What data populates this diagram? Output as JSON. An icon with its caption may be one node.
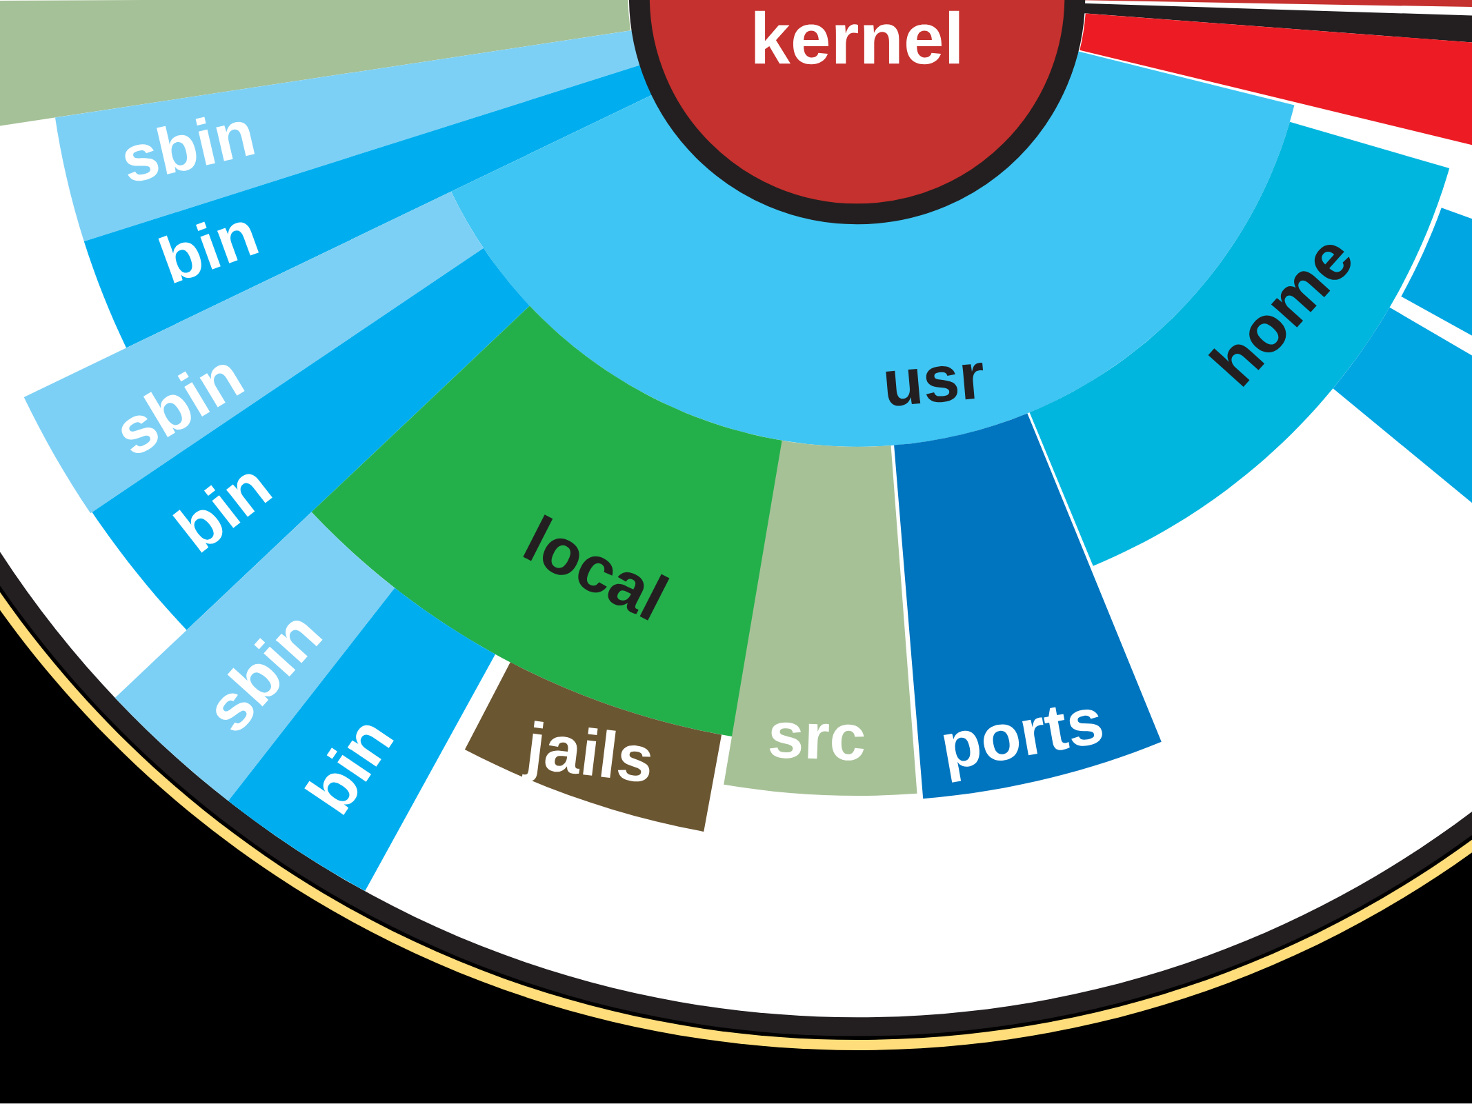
{
  "diagram": {
    "nodes": [
      {
        "text": [
          "kernel"
        ]
      },
      {
        "text": [],
        "shape": "sector"
      },
      {
        "text": [],
        "shape": "sector"
      },
      {
        "text": [
          "sbin"
        ]
      },
      {
        "text": [
          "bin"
        ]
      },
      {
        "text": [
          "usr"
        ]
      },
      {
        "text": [
          "home"
        ]
      },
      {
        "text": [],
        "shape": "sector"
      },
      {
        "text": [],
        "shape": "sector"
      },
      {
        "text": [
          "sbin"
        ]
      },
      {
        "text": [
          "bin"
        ]
      },
      {
        "text": [
          "local"
        ]
      },
      {
        "text": [
          "sbin"
        ]
      },
      {
        "text": [
          "bin"
        ]
      },
      {
        "text": [
          "jails"
        ]
      },
      {
        "text": [
          "src"
        ]
      },
      {
        "text": [
          "ports"
        ]
      }
    ]
  }
}
